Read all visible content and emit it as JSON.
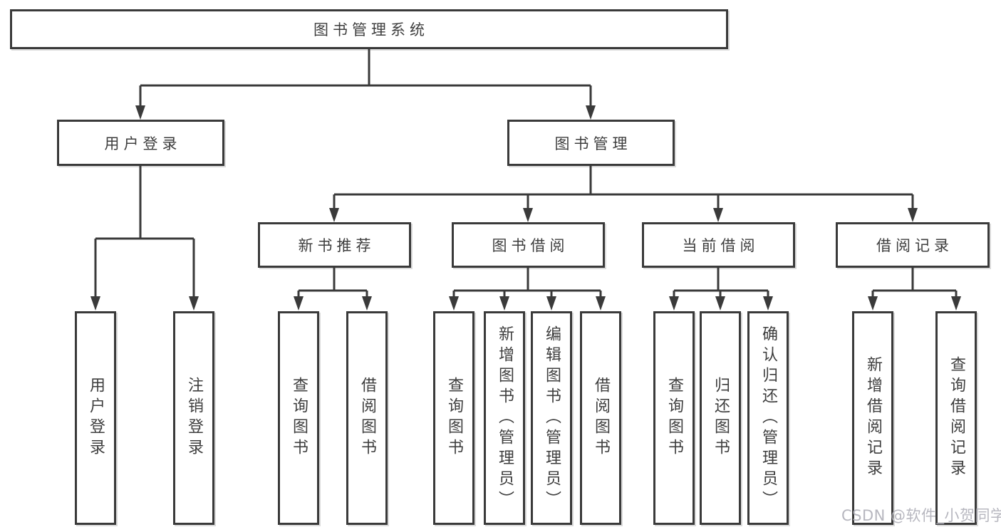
{
  "colors": {
    "line": "#3a3a3a",
    "text": "#3e3e3e",
    "background": "#ffffff",
    "watermark": "#b1b1ba"
  },
  "tree": {
    "label": "图书管理系统",
    "children": [
      {
        "label": "用户登录",
        "children": [
          {
            "label": "用户登录"
          },
          {
            "label": "注销登录"
          }
        ]
      },
      {
        "label": "图书管理",
        "children": [
          {
            "label": "新书推荐",
            "children": [
              {
                "label": "查询图书"
              },
              {
                "label": "借阅图书"
              }
            ]
          },
          {
            "label": "图书借阅",
            "children": [
              {
                "label": "查询图书"
              },
              {
                "label": "新增图书（管理员）"
              },
              {
                "label": "编辑图书（管理员）"
              },
              {
                "label": "借阅图书"
              }
            ]
          },
          {
            "label": "当前借阅",
            "children": [
              {
                "label": "查询图书"
              },
              {
                "label": "归还图书"
              },
              {
                "label": "确认归还（管理员）"
              }
            ]
          },
          {
            "label": "借阅记录",
            "children": [
              {
                "label": "新增借阅记录"
              },
              {
                "label": "查询借阅记录"
              }
            ]
          }
        ]
      }
    ]
  },
  "watermark": {
    "text": "CSDN @软件_小贺同学"
  }
}
